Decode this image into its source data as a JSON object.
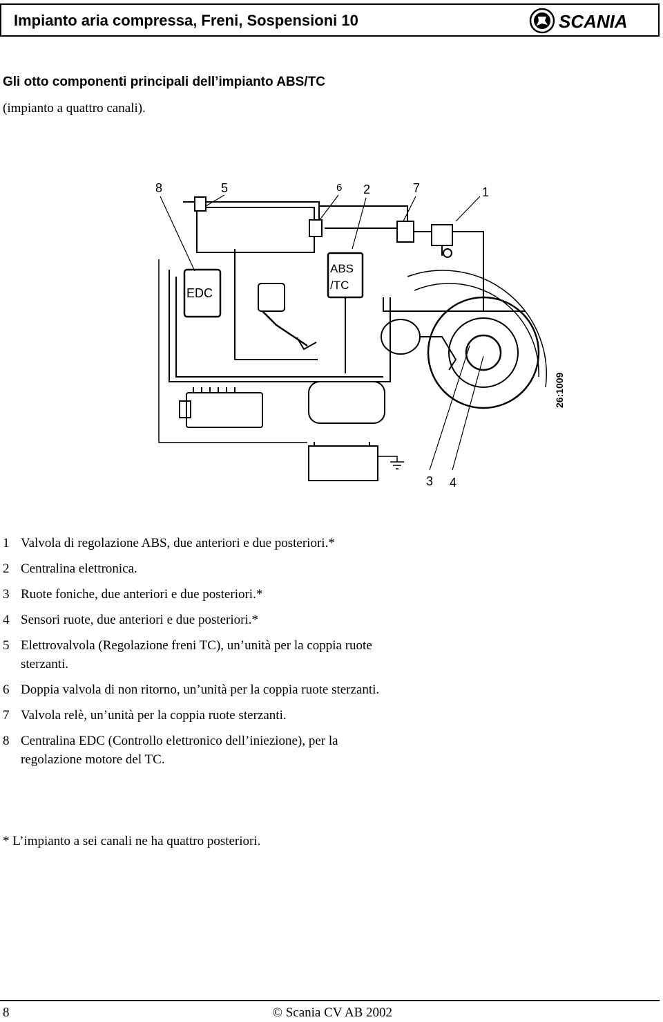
{
  "header": {
    "title": "Impianto aria compressa, Freni, Sospensioni 10",
    "brand": "SCANIA"
  },
  "intro": {
    "title": "Gli otto componenti principali dell’impianto ABS/TC",
    "subtitle": "(impianto a quattro canali)."
  },
  "diagram": {
    "callouts": [
      "8",
      "5",
      "6",
      "2",
      "7",
      "1",
      "3",
      "4"
    ],
    "edc_label": "EDC",
    "abs_label_line1": "ABS",
    "abs_label_line2": "/TC",
    "figure_code": "26:1009"
  },
  "legend": [
    {
      "num": "1",
      "text": "Valvola di regolazione ABS, due anteriori e due posteriori.*"
    },
    {
      "num": "2",
      "text": "Centralina elettronica."
    },
    {
      "num": "3",
      "text": "Ruote foniche, due anteriori e due posteriori.*"
    },
    {
      "num": "4",
      "text": "Sensori ruote, due anteriori e due posteriori.*"
    },
    {
      "num": "5",
      "text": "Elettrovalvola (Regolazione freni TC), un’unità per la coppia ruote sterzanti."
    },
    {
      "num": "6",
      "text": "Doppia valvola di non ritorno, un’unità per la coppia ruote sterzanti."
    },
    {
      "num": "7",
      "text": "Valvola relè, un’unità per la coppia ruote sterzanti."
    },
    {
      "num": "8",
      "text": "Centralina EDC (Controllo elettronico dell’iniezione), per la regolazione motore del TC."
    }
  ],
  "footnote": "* L’impianto a sei canali ne ha quattro posteriori.",
  "footer": {
    "page_number": "8",
    "copyright": "© Scania CV AB 2002"
  }
}
